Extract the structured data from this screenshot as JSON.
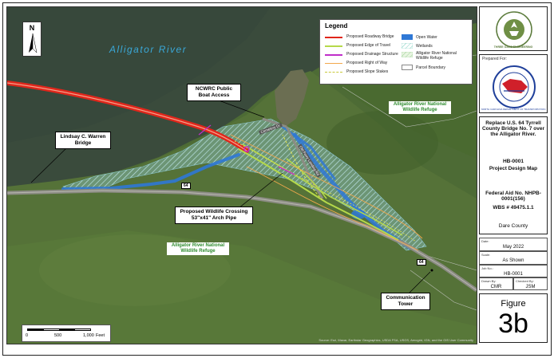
{
  "map": {
    "river_label": "Alligator River",
    "north_label": "N",
    "callouts": {
      "boat_access": "NCWRC Public Boat Access",
      "bridge": "Lindsay C. Warren Bridge",
      "crossing": "Proposed Wildlife Crossing 53\"x41\" Arch Pipe",
      "tower": "Communication Tower"
    },
    "refuge_labels": {
      "east": "Alligator River National Wildlife Refuge",
      "south": "Alligator River National Wildlife Refuge"
    },
    "route_shields": [
      "64",
      "64"
    ],
    "road_labels": [
      "Cemetery Dr",
      "Old Ferry Landing Rd"
    ],
    "scale": {
      "ticks": [
        "0",
        "500",
        "1,000"
      ],
      "unit": "Feet"
    },
    "attribution": "Source: Esri, Maxar, Earthstar Geographics, USDA FSA, USGS, Aerogrid, IGN, and the GIS User Community"
  },
  "legend": {
    "title": "Legend",
    "items_left": [
      {
        "label": "Proposed Roadway Bridge",
        "color": "#e0261b"
      },
      {
        "label": "Proposed Edge of Travel",
        "color": "#b5d94a"
      },
      {
        "label": "Proposed Drainage Structure",
        "color": "#c02ec9"
      },
      {
        "label": "Proposed Right of Way",
        "color": "#f2a84c"
      },
      {
        "label": "Proposed Slope Stakes",
        "color": "#e3e34a"
      }
    ],
    "items_right": [
      {
        "label": "Open Water",
        "color": "#2f78d6"
      },
      {
        "label": "Wetlands",
        "color": "#9fd6e6"
      },
      {
        "label": "Alligator River National Wildlife Refuge",
        "color": "#a8d8a0"
      },
      {
        "label": "Parcel Boundary",
        "color": "#cfcfcf"
      }
    ]
  },
  "title_block": {
    "firm_logo_text": "THREE OAKS ENGINEERING",
    "prepared_for_label": "Prepared For:",
    "client_logo_text": "NORTH CAROLINA DEPARTMENT OF TRANSPORTATION",
    "project_title": "Replace U.S. 64 Tyrrell County Bridge No. 7 over the Alligator River.",
    "project_id": "HB-0001",
    "map_title": "Project Design Map",
    "federal_aid": "Federal Aid No. NHPB-0001(156)",
    "wbs": "WBS # 49475.1.1",
    "county": "Dare County",
    "date_label": "Date:",
    "date": "May 2022",
    "scale_label": "Scale:",
    "scale": "As Shown",
    "job_label": "Job No.:",
    "job": "HB-0001",
    "drawn_label": "Drawn By:",
    "drawn": "CMR",
    "checked_label": "Checked By:",
    "checked": "JSM",
    "figure_label": "Figure",
    "figure_number": "3b"
  }
}
